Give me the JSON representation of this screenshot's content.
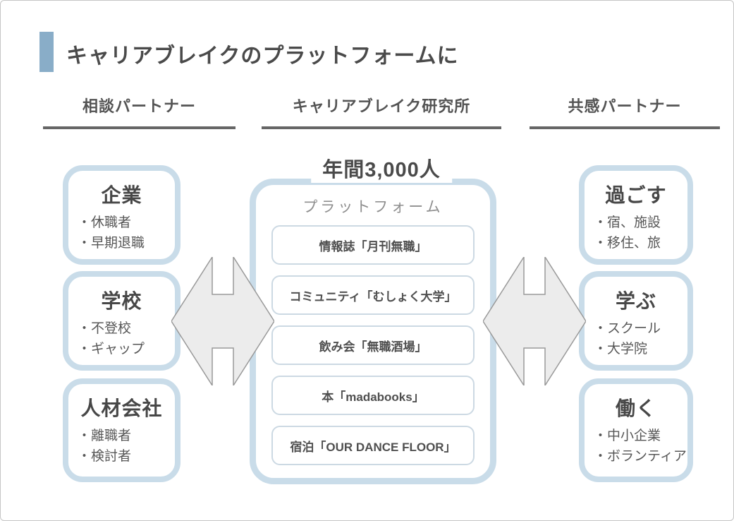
{
  "page_title": "キャリアブレイクのプラットフォームに",
  "headers": {
    "left": "相談パートナー",
    "center": "キャリアブレイク研究所",
    "right": "共感パートナー"
  },
  "left_boxes": [
    {
      "title": "企業",
      "items": [
        "・休職者",
        "・早期退職"
      ]
    },
    {
      "title": "学校",
      "items": [
        "・不登校",
        "・ギャップ"
      ]
    },
    {
      "title": "人材会社",
      "items": [
        "・離職者",
        "・検討者"
      ]
    }
  ],
  "center": {
    "annual": "年間3,000人",
    "label": "プラットフォーム",
    "services": [
      "情報誌「月刊無職」",
      "コミュニティ「むしょく大学」",
      "飲み会「無職酒場」",
      "本「madabooks」",
      "宿泊「OUR DANCE FLOOR」"
    ]
  },
  "right_boxes": [
    {
      "title": "過ごす",
      "items": [
        "・宿、施設",
        "・移住、旅"
      ]
    },
    {
      "title": "学ぶ",
      "items": [
        "・スクール",
        "・大学院"
      ]
    },
    {
      "title": "働く",
      "items": [
        "・中小企業",
        "・ボランティア"
      ]
    }
  ],
  "colors": {
    "accent-bar": "#89adc8",
    "box-border": "#c9dce9",
    "underline": "#666666",
    "title-text": "#4a4a4a",
    "body-text": "#575757",
    "muted-text": "#8f8f8f",
    "service-border": "#ccd9e3",
    "arrow-fill": "#ececec",
    "arrow-stroke": "#999999",
    "page-border": "#c5c5c5"
  }
}
